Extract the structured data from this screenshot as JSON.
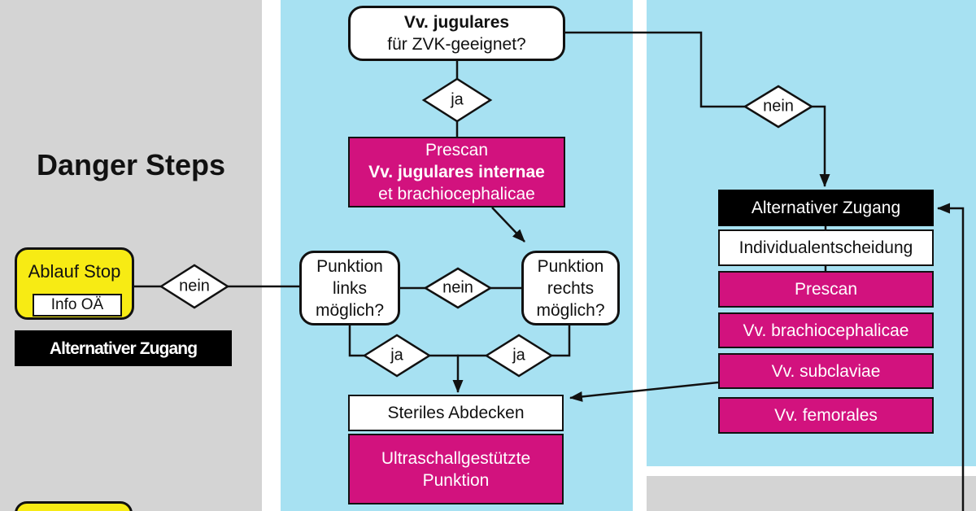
{
  "colors": {
    "gray": "#d4d4d4",
    "blue": "#a7e1f2",
    "magenta": "#d2127e",
    "yellow": "#f7eb14",
    "line": "#111111"
  },
  "left": {
    "heading": "Danger Steps",
    "ablauf_stop": {
      "title": "Ablauf Stop",
      "sub": "Info OÄ"
    },
    "nein_label": "nein",
    "alt_zugang": "Alternativer Zugang"
  },
  "middle": {
    "top_question": {
      "line1": "Vv. jugulares",
      "line2": "für ZVK-geeignet?"
    },
    "ja1_label": "ja",
    "prescan": {
      "line1": "Prescan",
      "line2": "Vv. jugulares internae",
      "line3": "et brachiocephalicae"
    },
    "punktion_links": {
      "line1": "Punktion",
      "line2": "links",
      "line3": "möglich?"
    },
    "nein_label": "nein",
    "punktion_rechts": {
      "line1": "Punktion",
      "line2": "rechts",
      "line3": "möglich?"
    },
    "ja_left_label": "ja",
    "ja_right_label": "ja",
    "steriles": "Steriles Abdecken",
    "ultraschall": {
      "line1": "Ultraschallgestützte",
      "line2": "Punktion"
    }
  },
  "right": {
    "nein_label": "nein",
    "alt_zugang": "Alternativer Zugang",
    "items": [
      "Individualentscheidung",
      "Prescan",
      "Vv. brachiocephalicae",
      "Vv. subclaviae",
      "Vv. femorales"
    ]
  }
}
